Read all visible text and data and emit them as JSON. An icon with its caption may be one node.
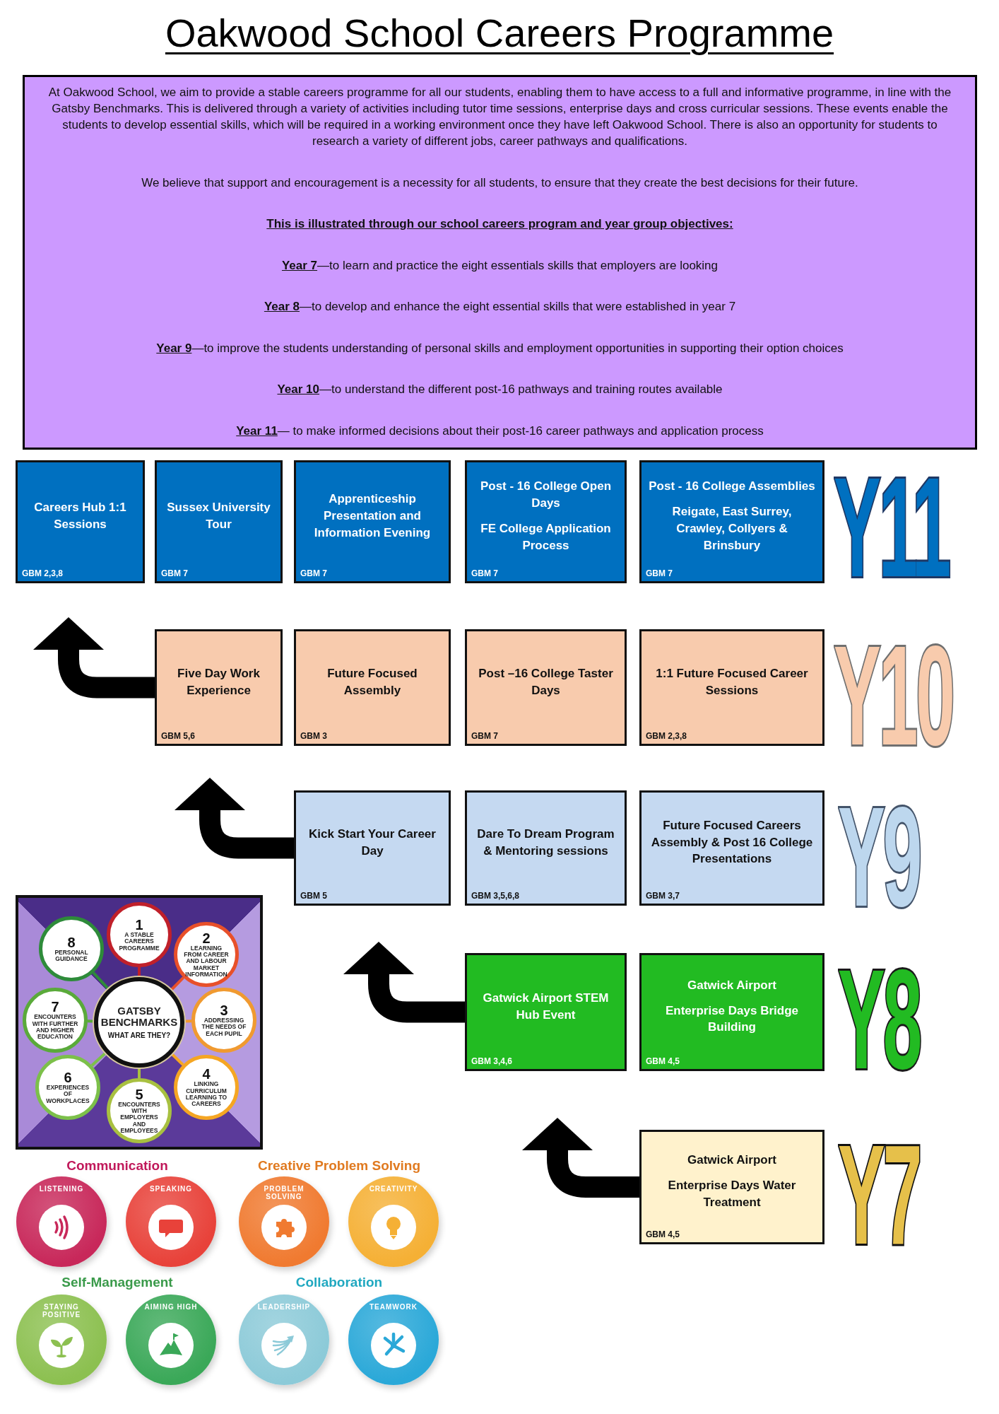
{
  "diagram": {
    "title": "Oakwood School Careers Programme",
    "nodes": [
      {
        "text": [
          "At Oakwood School, we aim to provide a stable careers programme for all our students, enabling them to have access to a full and informative programme, in line with the Gatsby Benchmarks. This is delivered through a variety of activities including tutor time sessions, enterprise days and cross curricular sessions. These events enable the students to develop essential skills, which will be required in a working environment once they have left Oakwood School. There is also an opportunity for students to research a variety of different jobs, career pathways and qualifications.",
          "We believe that support and encouragement is a necessity for all students, to ensure that they create the best decisions for their future.",
          "This is illustrated through our school careers program and year group objectives:",
          "**Year 7**—to learn and practice the eight essentials skills that employers are looking",
          "**Year 8**—to develop and enhance the eight essential skills that were established in year 7",
          "**Year 9**—to improve the students understanding of personal skills and employment opportunities in supporting their option choices",
          "**Year 10**—to understand the different post-16 pathways and training routes available",
          "**Year 11**— to make informed decisions about their post-16 career pathways and application process"
        ]
      },
      {
        "text": [
          "Careers Hub 1:1 Sessions",
          "GBM 2,3,8"
        ]
      },
      {
        "text": [
          "Sussex University Tour",
          "GBM 7"
        ]
      },
      {
        "text": [
          "Apprenticeship Presentation and Information Evening",
          "GBM 7"
        ]
      },
      {
        "text": [
          "Post - 16 College Open Days",
          "FE College Application Process",
          "GBM 7"
        ]
      },
      {
        "text": [
          "Post - 16 College Assemblies",
          "Reigate, East Surrey, Crawley, Collyers & Brinsbury",
          "GBM 7"
        ]
      },
      {
        "text": [
          "Five Day Work Experience",
          "GBM 5,6"
        ]
      },
      {
        "text": [
          "Future Focused Assembly",
          "GBM 3"
        ]
      },
      {
        "text": [
          "Post –16 College Taster Days",
          "GBM 7"
        ]
      },
      {
        "text": [
          "1:1 Future Focused Career Sessions",
          "GBM 2,3,8"
        ]
      },
      {
        "text": [
          "Kick Start Your Career Day",
          "GBM 5"
        ]
      },
      {
        "text": [
          "Dare To Dream Program & Mentoring sessions",
          "GBM 3,5,6,8"
        ]
      },
      {
        "text": [
          "Future Focused Careers Assembly & Post 16 College Presentations",
          "GBM 3,7"
        ]
      },
      {
        "text": [
          "Gatwick Airport STEM Hub Event",
          "GBM 3,4,6"
        ]
      },
      {
        "text": [
          "Gatwick Airport",
          "Enterprise Days Bridge Building",
          "GBM 4,5"
        ]
      },
      {
        "text": [
          "Gatwick Airport",
          "Enterprise Days Water Treatment",
          "GBM 4,5"
        ]
      },
      {
        "text": [
          "GATSBY BENCHMARKS",
          "WHAT ARE THEY?"
        ]
      },
      {
        "text": [
          "1",
          "A STABLE CAREERS PROGRAMME"
        ]
      },
      {
        "text": [
          "2",
          "LEARNING FROM CAREER AND LABOUR MARKET INFORMATION"
        ]
      },
      {
        "text": [
          "3",
          "ADDRESSING THE NEEDS OF EACH PUPIL"
        ]
      },
      {
        "text": [
          "4",
          "LINKING CURRICULUM LEARNING TO CAREERS"
        ]
      },
      {
        "text": [
          "5",
          "ENCOUNTERS WITH EMPLOYERS AND EMPLOYEES"
        ]
      },
      {
        "text": [
          "6",
          "EXPERIENCES OF WORKPLACES"
        ]
      },
      {
        "text": [
          "7",
          "ENCOUNTERS WITH FURTHER AND HIGHER EDUCATION"
        ]
      },
      {
        "text": [
          "8",
          "PERSONAL GUIDANCE"
        ]
      },
      {
        "text": [
          "LISTENING"
        ]
      },
      {
        "text": [
          "SPEAKING"
        ]
      },
      {
        "text": [
          "PROBLEM SOLVING"
        ]
      },
      {
        "text": [
          "CREATIVITY"
        ]
      },
      {
        "text": [
          "STAYING POSITIVE"
        ]
      },
      {
        "text": [
          "AIMING HIGH"
        ]
      },
      {
        "text": [
          "LEADERSHIP"
        ]
      },
      {
        "text": [
          "TEAMWORK"
        ]
      }
    ],
    "edges": [
      {
        "from": 15,
        "to": 13,
        "arrow": "to",
        "style": "thick"
      },
      {
        "from": 13,
        "to": 10,
        "arrow": "to",
        "style": "thick"
      },
      {
        "from": 10,
        "to": 6,
        "arrow": "to",
        "style": "thick"
      },
      {
        "from": 6,
        "to": 1,
        "arrow": "to",
        "style": "thick"
      },
      {
        "from": 16,
        "to": 17,
        "arrow": "none",
        "color": "#c0202a"
      },
      {
        "from": 16,
        "to": 18,
        "arrow": "none",
        "color": "#e8502a"
      },
      {
        "from": 16,
        "to": 19,
        "arrow": "none",
        "color": "#f09a30"
      },
      {
        "from": 16,
        "to": 20,
        "arrow": "none",
        "color": "#f5a623"
      },
      {
        "from": 16,
        "to": 21,
        "arrow": "none",
        "color": "#a8c040"
      },
      {
        "from": 16,
        "to": 22,
        "arrow": "none",
        "color": "#7cc04a"
      },
      {
        "from": 16,
        "to": 23,
        "arrow": "none",
        "color": "#5aaa3a"
      },
      {
        "from": 16,
        "to": 24,
        "arrow": "none",
        "color": "#2e8b3a"
      }
    ],
    "labels": [
      "Y11",
      "Y10",
      "Y9",
      "Y8",
      "Y7",
      "Communication",
      "Creative Problem Solving",
      "Self-Management",
      "Collaboration"
    ]
  }
}
